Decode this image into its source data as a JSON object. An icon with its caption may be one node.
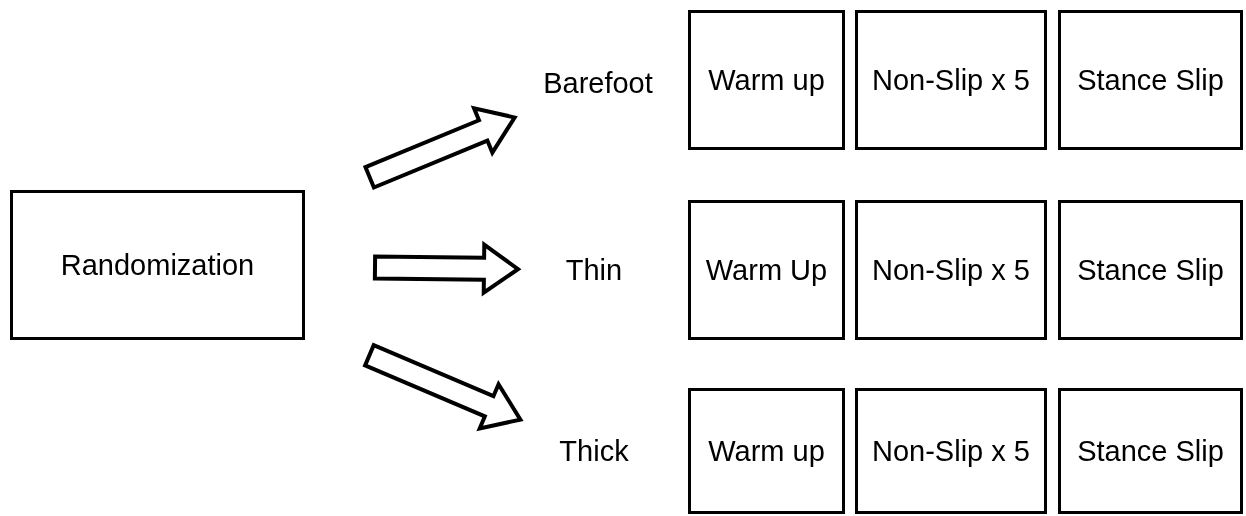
{
  "diagram": {
    "nodes": [
      {
        "text": [
          "Randomization"
        ]
      },
      {
        "text": [
          "Barefoot"
        ]
      },
      {
        "text": [
          "Thin"
        ]
      },
      {
        "text": [
          "Thick"
        ]
      },
      {
        "text": [
          "Warm up"
        ]
      },
      {
        "text": [
          "Non-Slip x 5"
        ]
      },
      {
        "text": [
          "Stance Slip"
        ]
      },
      {
        "text": [
          "Warm Up"
        ]
      },
      {
        "text": [
          "Non-Slip x 5"
        ]
      },
      {
        "text": [
          "Stance Slip"
        ]
      },
      {
        "text": [
          "Warm up"
        ]
      },
      {
        "text": [
          "Non-Slip x 5"
        ]
      },
      {
        "text": [
          "Stance Slip"
        ]
      }
    ],
    "edges": [
      {
        "from": 0,
        "to": 1,
        "arrow": "to",
        "style": "thick"
      },
      {
        "from": 0,
        "to": 2,
        "arrow": "to",
        "style": "thick"
      },
      {
        "from": 0,
        "to": 3,
        "arrow": "to",
        "style": "thick"
      }
    ]
  }
}
